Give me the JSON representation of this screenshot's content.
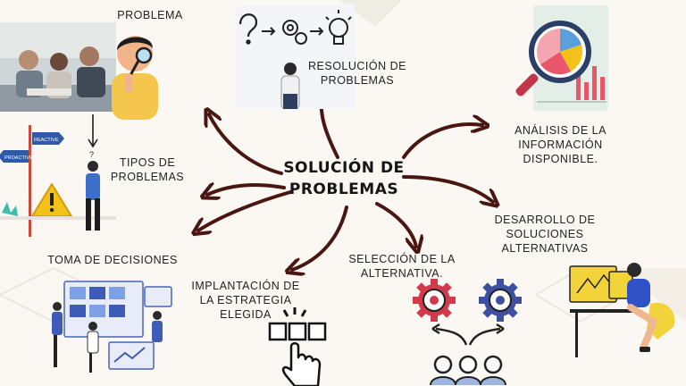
{
  "center": {
    "line1": "SOLUCIÓN DE",
    "line2": "PROBLEMAS"
  },
  "nodes": {
    "problema": "PROBLEMA",
    "resolucion": {
      "line1": "RESOLUCIÓN DE",
      "line2": "PROBLEMAS"
    },
    "analisis": {
      "line1": "ANÁLISIS DE LA",
      "line2": "INFORMACIÓN",
      "line3": "DISPONIBLE."
    },
    "tipos": {
      "line1": "TIPOS DE",
      "line2": "PROBLEMAS"
    },
    "desarrollo": {
      "line1": "DESARROLLO DE",
      "line2": "SOLUCIONES",
      "line3": "ALTERNATIVAS"
    },
    "toma": "TOMA DE DECISIONES",
    "implantacion": {
      "line1": "IMPLANTACIÓN DE",
      "line2": "LA ESTRATEGIA",
      "line3": "ELEGIDA"
    },
    "seleccion": {
      "line1": "SELECCIÓN DE LA",
      "line2": "ALTERNATIVA."
    }
  },
  "signs": {
    "sign1": "REACTIVE",
    "sign2": "PROACTIVE"
  },
  "icons": [
    "question-icon",
    "gears-icon",
    "lightbulb-icon",
    "magnifier-chart-icon",
    "warning-icon",
    "gear-icon",
    "hand-click-icon"
  ],
  "colors": {
    "arrow": "#4a1612",
    "background": "#fbf8f3",
    "accent_yellow": "#f2c21b",
    "accent_red": "#d23a4a",
    "accent_blue": "#3e4fa0"
  }
}
